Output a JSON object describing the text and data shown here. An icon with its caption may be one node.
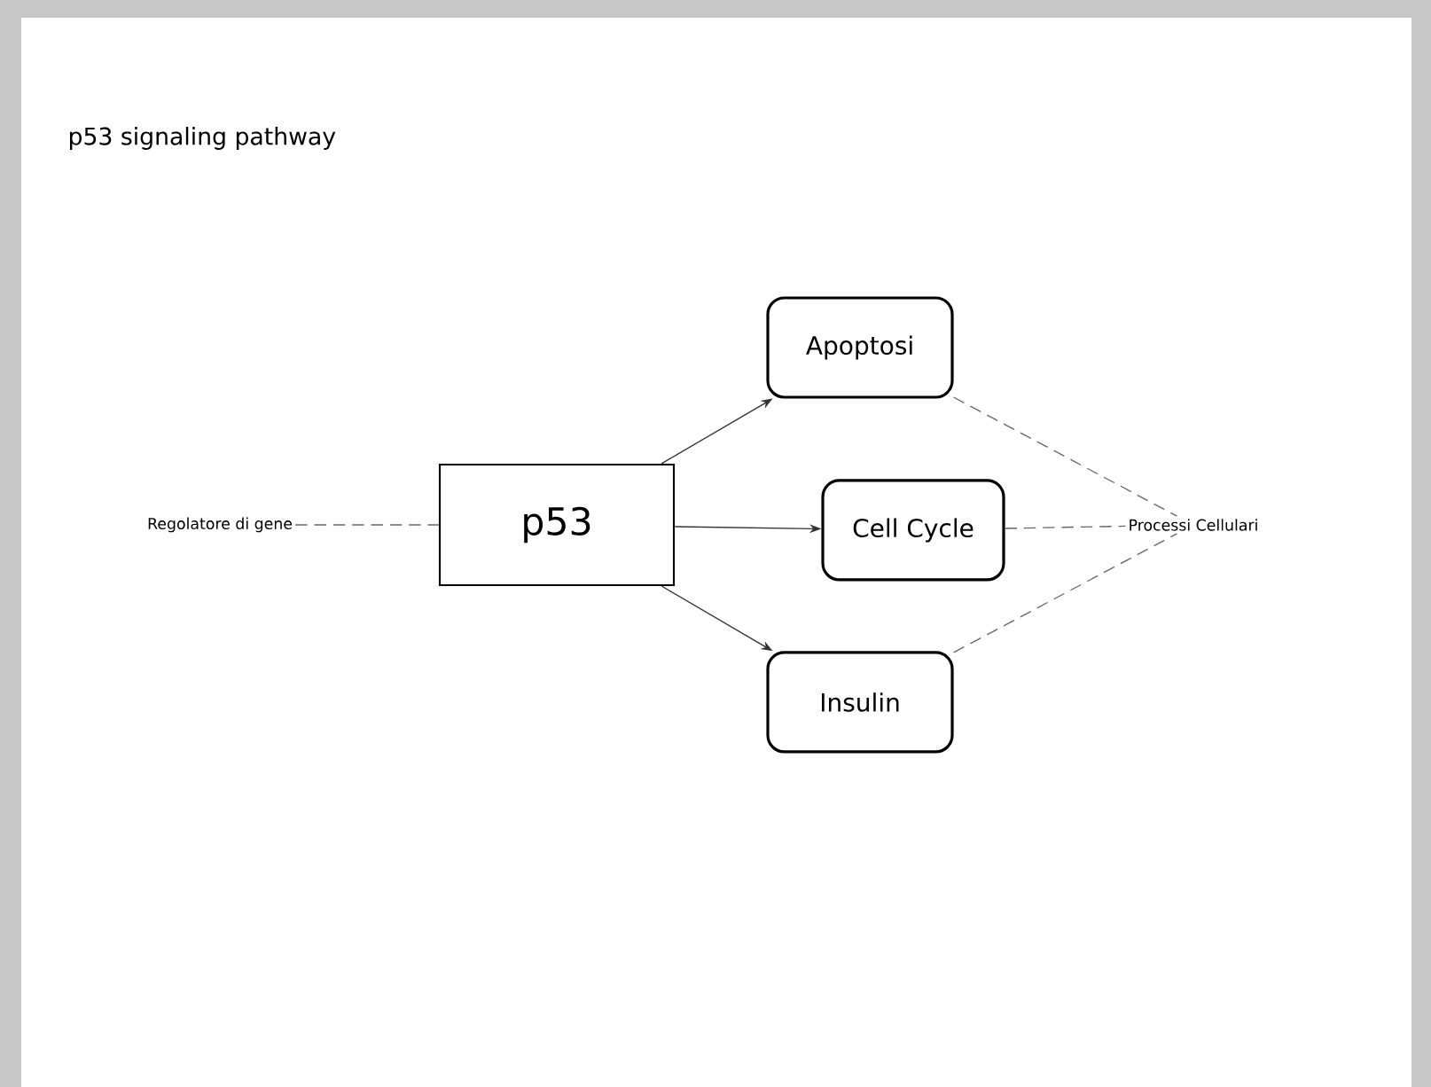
{
  "diagram": {
    "title": "p53 signaling pathway",
    "nodes": [
      {
        "text": [
          "Regolatore di gene"
        ]
      },
      {
        "text": [
          "p53"
        ]
      },
      {
        "text": [
          "Apoptosi"
        ]
      },
      {
        "text": [
          "Cell Cycle"
        ]
      },
      {
        "text": [
          "Insulin"
        ]
      },
      {
        "text": [
          "Processi Cellulari"
        ]
      }
    ],
    "edges": [
      {
        "from": 0,
        "to": 1,
        "arrow": "none",
        "style": "dashed"
      },
      {
        "from": 1,
        "to": 2,
        "arrow": "to"
      },
      {
        "from": 1,
        "to": 3,
        "arrow": "to"
      },
      {
        "from": 1,
        "to": 4,
        "arrow": "to"
      },
      {
        "from": 2,
        "to": 5,
        "arrow": "none",
        "style": "dashed"
      },
      {
        "from": 3,
        "to": 5,
        "arrow": "none",
        "style": "dashed"
      },
      {
        "from": 4,
        "to": 5,
        "arrow": "none",
        "style": "dashed"
      }
    ]
  }
}
